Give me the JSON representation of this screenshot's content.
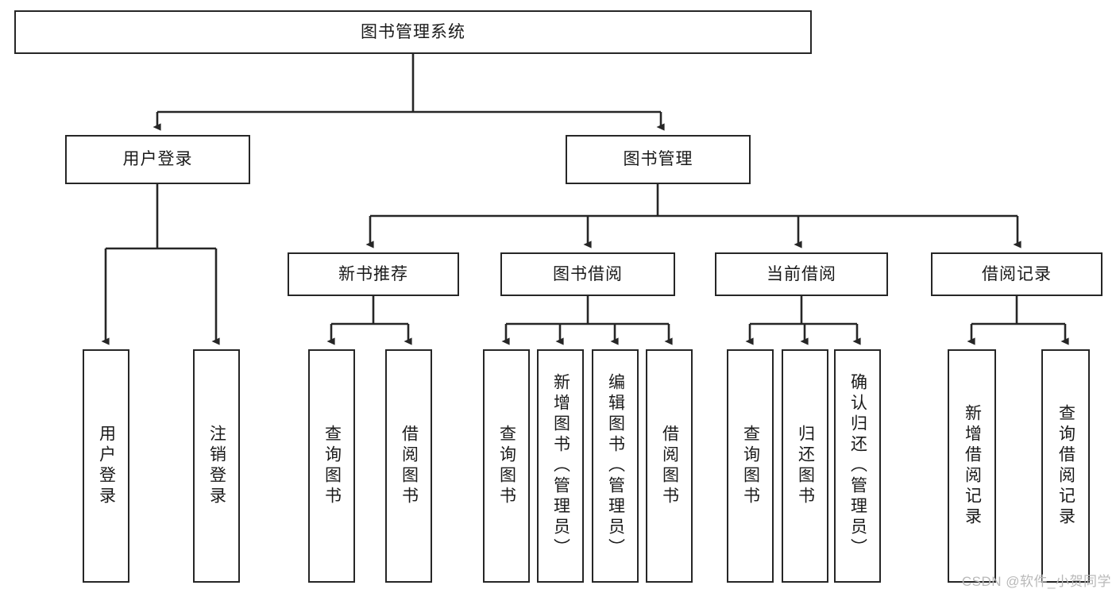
{
  "diagram": {
    "type": "tree-hierarchy",
    "title": "图书管理系统",
    "watermark": "CSDN @软件_小贺同学",
    "colors": {
      "stroke": "#262626",
      "fill": "#ffffff",
      "text": "#1a1a1a",
      "watermark": "#b9b9b9"
    },
    "nodes": {
      "root": {
        "label": "图书管理系统",
        "level": 1,
        "orientation": "horizontal"
      },
      "l2": [
        {
          "id": "user-login",
          "label": "用户登录",
          "level": 2,
          "orientation": "horizontal"
        },
        {
          "id": "book-manage",
          "label": "图书管理",
          "level": 2,
          "orientation": "horizontal"
        }
      ],
      "l3": [
        {
          "id": "new-book-rec",
          "label": "新书推荐",
          "level": 3,
          "orientation": "horizontal"
        },
        {
          "id": "book-borrow",
          "label": "图书借阅",
          "level": 3,
          "orientation": "horizontal"
        },
        {
          "id": "current-borrow",
          "label": "当前借阅",
          "level": 3,
          "orientation": "horizontal"
        },
        {
          "id": "borrow-record",
          "label": "借阅记录",
          "level": 3,
          "orientation": "horizontal"
        }
      ],
      "leaves": [
        {
          "id": "leaf-user-login",
          "label": "用户登录",
          "parent": "user-login",
          "orientation": "vertical"
        },
        {
          "id": "leaf-user-logout",
          "label": "注销登录",
          "parent": "user-login",
          "orientation": "vertical"
        },
        {
          "id": "leaf-query-book-1",
          "label": "查询图书",
          "parent": "new-book-rec",
          "orientation": "vertical"
        },
        {
          "id": "leaf-borrow-book-1",
          "label": "借阅图书",
          "parent": "new-book-rec",
          "orientation": "vertical"
        },
        {
          "id": "leaf-query-book-2",
          "label": "查询图书",
          "parent": "book-borrow",
          "orientation": "vertical"
        },
        {
          "id": "leaf-add-book",
          "label": "新增图书（管理员）",
          "parent": "book-borrow",
          "orientation": "vertical"
        },
        {
          "id": "leaf-edit-book",
          "label": "编辑图书（管理员）",
          "parent": "book-borrow",
          "orientation": "vertical"
        },
        {
          "id": "leaf-borrow-book-2",
          "label": "借阅图书",
          "parent": "book-borrow",
          "orientation": "vertical"
        },
        {
          "id": "leaf-query-book-3",
          "label": "查询图书",
          "parent": "current-borrow",
          "orientation": "vertical"
        },
        {
          "id": "leaf-return-book",
          "label": "归还图书",
          "parent": "current-borrow",
          "orientation": "vertical"
        },
        {
          "id": "leaf-confirm-return",
          "label": "确认归还（管理员）",
          "parent": "current-borrow",
          "orientation": "vertical"
        },
        {
          "id": "leaf-add-record",
          "label": "新增借阅记录",
          "parent": "borrow-record",
          "orientation": "vertical"
        },
        {
          "id": "leaf-query-record",
          "label": "查询借阅记录",
          "parent": "borrow-record",
          "orientation": "vertical"
        }
      ]
    },
    "edges": [
      {
        "from": "root",
        "to": "user-login"
      },
      {
        "from": "root",
        "to": "book-manage"
      },
      {
        "from": "book-manage",
        "to": "new-book-rec"
      },
      {
        "from": "book-manage",
        "to": "book-borrow"
      },
      {
        "from": "book-manage",
        "to": "current-borrow"
      },
      {
        "from": "book-manage",
        "to": "borrow-record"
      },
      {
        "from": "user-login",
        "to": "leaf-user-login"
      },
      {
        "from": "user-login",
        "to": "leaf-user-logout"
      },
      {
        "from": "new-book-rec",
        "to": "leaf-query-book-1"
      },
      {
        "from": "new-book-rec",
        "to": "leaf-borrow-book-1"
      },
      {
        "from": "book-borrow",
        "to": "leaf-query-book-2"
      },
      {
        "from": "book-borrow",
        "to": "leaf-add-book"
      },
      {
        "from": "book-borrow",
        "to": "leaf-edit-book"
      },
      {
        "from": "book-borrow",
        "to": "leaf-borrow-book-2"
      },
      {
        "from": "current-borrow",
        "to": "leaf-query-book-3"
      },
      {
        "from": "current-borrow",
        "to": "leaf-return-book"
      },
      {
        "from": "current-borrow",
        "to": "leaf-confirm-return"
      },
      {
        "from": "borrow-record",
        "to": "leaf-add-record"
      },
      {
        "from": "borrow-record",
        "to": "leaf-query-record"
      }
    ]
  }
}
